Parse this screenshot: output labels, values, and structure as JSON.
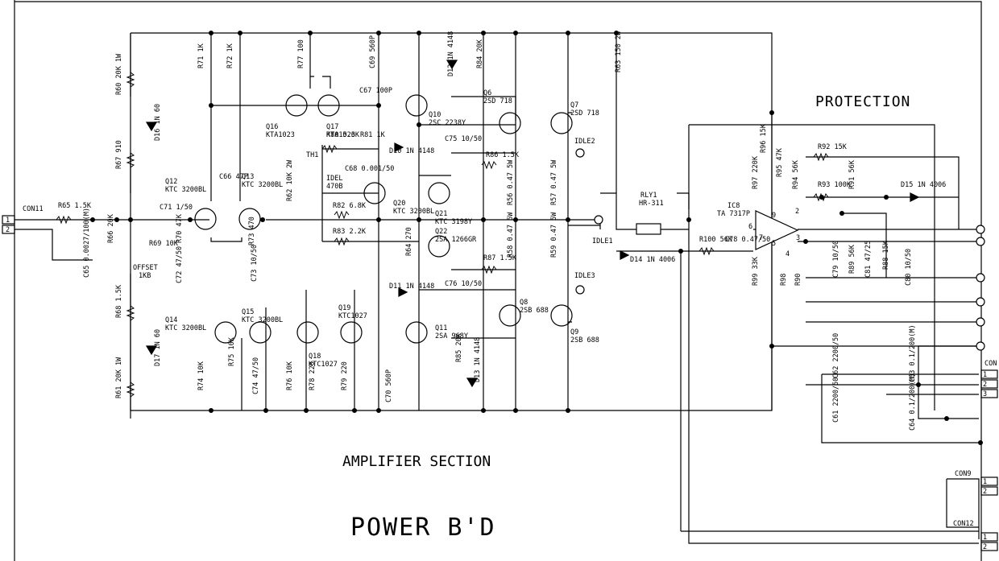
{
  "titles": {
    "protection": "PROTECTION",
    "amplifier_section": "AMPLIFIER SECTION",
    "board": "POWER B'D"
  },
  "connectors": {
    "con11": "CON11",
    "con9": "CON9",
    "con12": "CON12",
    "con_right": "CON",
    "pin1": "1",
    "pin2": "2",
    "pin3": "3"
  },
  "resistors": [
    {
      "ref": "R60",
      "val": "20K 1W"
    },
    {
      "ref": "R67",
      "val": "910"
    },
    {
      "ref": "R68",
      "val": "1.5K"
    },
    {
      "ref": "R61",
      "val": "20K 1W"
    },
    {
      "ref": "R65",
      "val": "1.5K"
    },
    {
      "ref": "R66",
      "val": "20K"
    },
    {
      "ref": "R69",
      "val": "10K"
    },
    {
      "ref": "R70",
      "val": "47K"
    },
    {
      "ref": "R71",
      "val": "1K"
    },
    {
      "ref": "R72",
      "val": "1K"
    },
    {
      "ref": "R73",
      "val": "470"
    },
    {
      "ref": "R74",
      "val": "10K"
    },
    {
      "ref": "R75",
      "val": "10K"
    },
    {
      "ref": "R76",
      "val": "10K"
    },
    {
      "ref": "R77",
      "val": "100"
    },
    {
      "ref": "R78",
      "val": "220"
    },
    {
      "ref": "R79",
      "val": "220"
    },
    {
      "ref": "R80",
      "val": "5.6K"
    },
    {
      "ref": "R81",
      "val": "1K"
    },
    {
      "ref": "R82",
      "val": "6.8K"
    },
    {
      "ref": "R83",
      "val": "2.2K"
    },
    {
      "ref": "R62",
      "val": "10K 2W"
    },
    {
      "ref": "R64",
      "val": "270"
    },
    {
      "ref": "R84",
      "val": "20K"
    },
    {
      "ref": "R85",
      "val": "20K"
    },
    {
      "ref": "R86",
      "val": "1.5K"
    },
    {
      "ref": "R87",
      "val": "1.5K"
    },
    {
      "ref": "R56",
      "val": "0.47 5W"
    },
    {
      "ref": "R57",
      "val": "0.47 5W"
    },
    {
      "ref": "R58",
      "val": "0.47 5W"
    },
    {
      "ref": "R59",
      "val": "0.47 5W"
    },
    {
      "ref": "R63",
      "val": "150 2W"
    },
    {
      "ref": "R100",
      "val": "56K"
    },
    {
      "ref": "R96",
      "val": "15K"
    },
    {
      "ref": "R97",
      "val": "220K"
    },
    {
      "ref": "R95",
      "val": "47K"
    },
    {
      "ref": "R94",
      "val": "56K"
    },
    {
      "ref": "R92",
      "val": "15K"
    },
    {
      "ref": "R93",
      "val": "100K"
    },
    {
      "ref": "R91",
      "val": "56K"
    },
    {
      "ref": "R99",
      "val": "33K"
    },
    {
      "ref": "R98",
      "val": ""
    },
    {
      "ref": "R90",
      "val": ""
    },
    {
      "ref": "R89",
      "val": "56K"
    },
    {
      "ref": "R88",
      "val": "15K"
    }
  ],
  "capacitors": [
    {
      "ref": "C65",
      "val": "0.0027/100(M)"
    },
    {
      "ref": "C71",
      "val": "1/50"
    },
    {
      "ref": "C72",
      "val": "47/50"
    },
    {
      "ref": "C66",
      "val": "47P"
    },
    {
      "ref": "C73",
      "val": "10/50"
    },
    {
      "ref": "C74",
      "val": "47/50"
    },
    {
      "ref": "C69",
      "val": "560P"
    },
    {
      "ref": "C67",
      "val": "100P"
    },
    {
      "ref": "C68",
      "val": "0.001/50"
    },
    {
      "ref": "C70",
      "val": "560P"
    },
    {
      "ref": "C75",
      "val": "10/50"
    },
    {
      "ref": "C76",
      "val": "10/50"
    },
    {
      "ref": "C78",
      "val": "0.47/50"
    },
    {
      "ref": "C79",
      "val": "10/50"
    },
    {
      "ref": "C81",
      "val": "47/25"
    },
    {
      "ref": "C80",
      "val": "10/50"
    },
    {
      "ref": "C62",
      "val": "2200/50"
    },
    {
      "ref": "C61",
      "val": "2200/50"
    },
    {
      "ref": "C63",
      "val": "0.1/200(M)"
    },
    {
      "ref": "C64",
      "val": "0.1/200(M)"
    }
  ],
  "transistors": [
    {
      "ref": "Q12",
      "type": "KTC 3200BL"
    },
    {
      "ref": "Q13",
      "type": "KTC 3200BL"
    },
    {
      "ref": "Q14",
      "type": "KTC 3200BL"
    },
    {
      "ref": "Q15",
      "type": "KTC 3200BL"
    },
    {
      "ref": "Q16",
      "type": "KTA1023"
    },
    {
      "ref": "Q17",
      "type": "KTA1023"
    },
    {
      "ref": "Q18",
      "type": "KTC1027"
    },
    {
      "ref": "Q19",
      "type": "KTC1027"
    },
    {
      "ref": "Q20",
      "type": "KTC 3200BL"
    },
    {
      "ref": "Q10",
      "type": "2SC 2238Y"
    },
    {
      "ref": "Q11",
      "type": "2SA 968Y"
    },
    {
      "ref": "Q21",
      "type": "KTC 3198Y"
    },
    {
      "ref": "Q22",
      "type": "2SA 1266GR"
    },
    {
      "ref": "Q6",
      "type": "2SD 718"
    },
    {
      "ref": "Q7",
      "type": "2SD 718"
    },
    {
      "ref": "Q8",
      "type": "2SB 688"
    },
    {
      "ref": "Q9",
      "type": "2SB 688"
    }
  ],
  "diodes": [
    {
      "ref": "D16",
      "type": "1N 60"
    },
    {
      "ref": "D17",
      "type": "1N 60"
    },
    {
      "ref": "D10",
      "type": "1N 4148"
    },
    {
      "ref": "D11",
      "type": "1N 4148"
    },
    {
      "ref": "D12",
      "type": "1N 4148"
    },
    {
      "ref": "D13",
      "type": "1N 4148"
    },
    {
      "ref": "D14",
      "type": "1N 4006"
    },
    {
      "ref": "D15",
      "type": "1N 4006"
    }
  ],
  "misc": {
    "offset": "OFFSET",
    "offset_val": "1KB",
    "idel": "IDEL",
    "idel_val": "470B",
    "th1": "TH1",
    "idle1": "IDLE1",
    "idle2": "IDLE2",
    "idle3": "IDLE3",
    "rly": "RLY1",
    "rly_type": "HR-311",
    "ic": "IC8",
    "ic_type": "TA 7317P",
    "ic_pins": [
      "6",
      "9",
      "2",
      "7",
      "5",
      "3",
      "4"
    ]
  }
}
